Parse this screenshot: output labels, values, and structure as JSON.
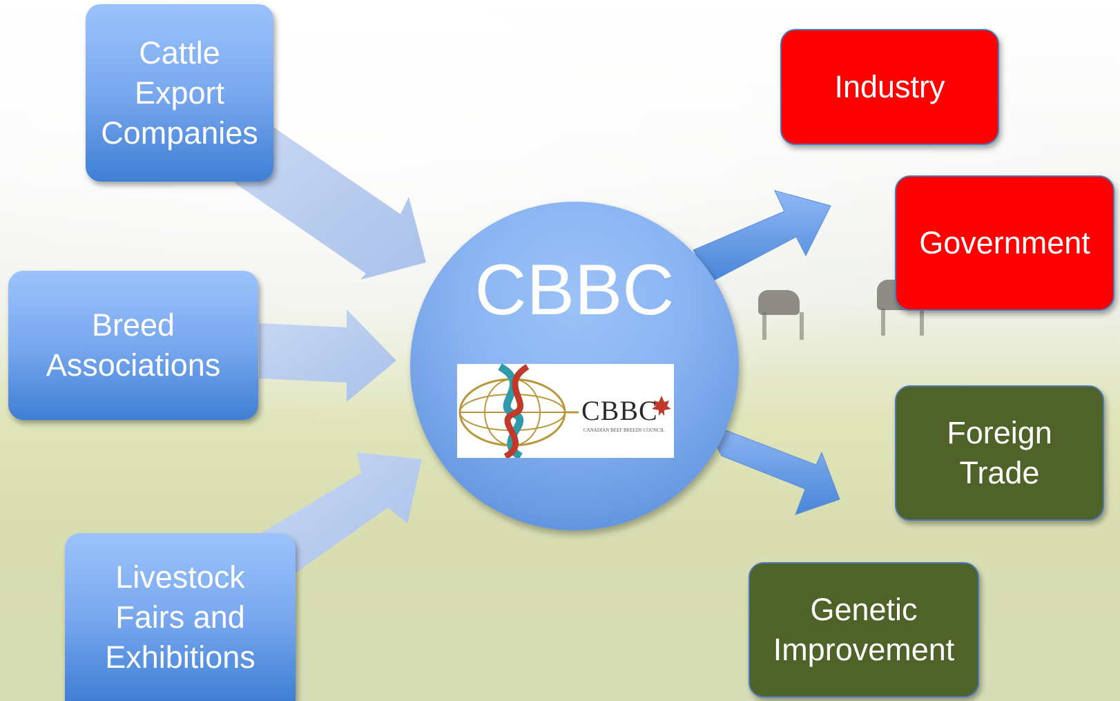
{
  "hub": {
    "title": "CBBC",
    "logo_text": "CBBC",
    "logo_subtitle": "CANADIAN BEEF BREEDS COUNCIL"
  },
  "inputs": [
    {
      "label": "Cattle\nExport\nCompanies"
    },
    {
      "label": "Breed\nAssociations"
    },
    {
      "label": "Livestock\nFairs and\nExhibitions"
    }
  ],
  "outputs": [
    {
      "label": "Industry"
    },
    {
      "label": "Government"
    },
    {
      "label": "Foreign\nTrade"
    },
    {
      "label": "Genetic\nImprovement"
    }
  ],
  "colors": {
    "input_blue": "#79a8ef",
    "output_red": "#ff0000",
    "output_olive": "#4f6228",
    "arrow_light": "#b9cdf0",
    "arrow_blue": "#6b9ae6"
  }
}
